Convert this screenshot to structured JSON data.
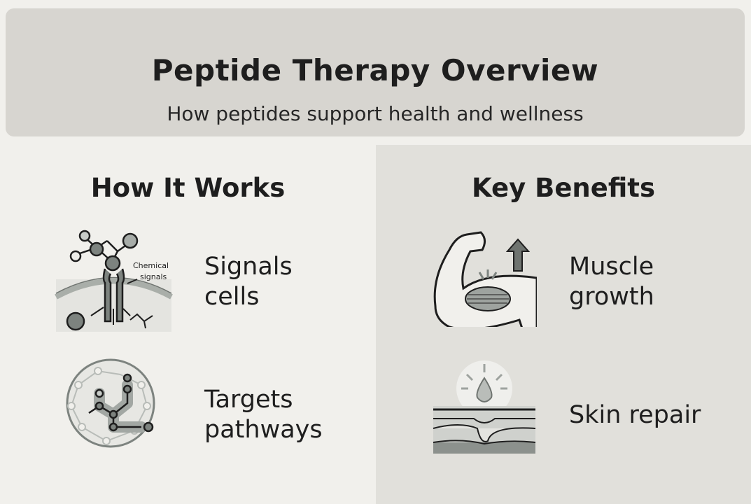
{
  "header": {
    "title": "Peptide Therapy Overview",
    "subtitle": "How peptides support health and wellness"
  },
  "how_it_works": {
    "heading": "How It Works",
    "items": [
      {
        "line1": "Signals",
        "line2": "cells",
        "icon": "cell-receptor-icon",
        "icon_caption_1": "Chemical",
        "icon_caption_2": "signals"
      },
      {
        "line1": "Targets",
        "line2": "pathways",
        "icon": "pathway-network-icon"
      }
    ]
  },
  "key_benefits": {
    "heading": "Key Benefits",
    "items": [
      {
        "line1": "Muscle",
        "line2": "growth",
        "icon": "flexed-arm-icon"
      },
      {
        "line1": "Skin repair",
        "line2": "",
        "icon": "skin-layers-droplet-icon"
      }
    ]
  },
  "colors": {
    "background": "#f1f0ec",
    "header": "#d7d5d0",
    "right_panel": "#e1e0db",
    "icon_gray": "#7d837f"
  }
}
